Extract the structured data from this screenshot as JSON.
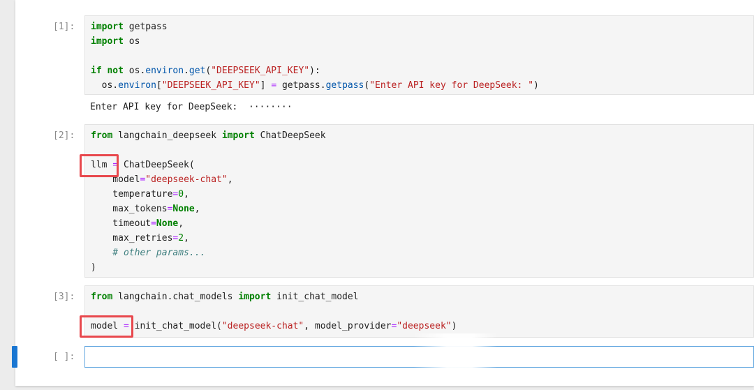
{
  "cells": [
    {
      "prompt": "[1]:",
      "lines": [
        [
          {
            "t": "import",
            "c": "kw"
          },
          {
            "t": " getpass",
            "c": ""
          }
        ],
        [
          {
            "t": "import",
            "c": "kw"
          },
          {
            "t": " os",
            "c": ""
          }
        ],
        [],
        [
          {
            "t": "if",
            "c": "kw"
          },
          {
            "t": " ",
            "c": ""
          },
          {
            "t": "not",
            "c": "kw"
          },
          {
            "t": " os.",
            "c": ""
          },
          {
            "t": "environ",
            "c": "attr"
          },
          {
            "t": ".",
            "c": ""
          },
          {
            "t": "get",
            "c": "attr"
          },
          {
            "t": "(",
            "c": ""
          },
          {
            "t": "\"DEEPSEEK_API_KEY\"",
            "c": "str"
          },
          {
            "t": "):",
            "c": ""
          }
        ],
        [
          {
            "t": "  os.",
            "c": ""
          },
          {
            "t": "environ",
            "c": "attr"
          },
          {
            "t": "[",
            "c": ""
          },
          {
            "t": "\"DEEPSEEK_API_KEY\"",
            "c": "str"
          },
          {
            "t": "] ",
            "c": ""
          },
          {
            "t": "=",
            "c": "op"
          },
          {
            "t": " getpass.",
            "c": ""
          },
          {
            "t": "getpass",
            "c": "attr"
          },
          {
            "t": "(",
            "c": ""
          },
          {
            "t": "\"Enter API key for DeepSeek: \"",
            "c": "str"
          },
          {
            "t": ")",
            "c": ""
          }
        ]
      ],
      "output": "Enter API key for DeepSeek:  ········"
    },
    {
      "prompt": "[2]:",
      "lines": [
        [
          {
            "t": "from",
            "c": "kw"
          },
          {
            "t": " langchain_deepseek ",
            "c": ""
          },
          {
            "t": "import",
            "c": "kw"
          },
          {
            "t": " ChatDeepSeek",
            "c": ""
          }
        ],
        [],
        [
          {
            "t": "llm ",
            "c": ""
          },
          {
            "t": "=",
            "c": "op"
          },
          {
            "t": " ChatDeepSeek(",
            "c": ""
          }
        ],
        [
          {
            "t": "    model",
            "c": ""
          },
          {
            "t": "=",
            "c": "op"
          },
          {
            "t": "\"deepseek-chat\"",
            "c": "str"
          },
          {
            "t": ",",
            "c": ""
          }
        ],
        [
          {
            "t": "    temperature",
            "c": ""
          },
          {
            "t": "=",
            "c": "op"
          },
          {
            "t": "0",
            "c": "num"
          },
          {
            "t": ",",
            "c": ""
          }
        ],
        [
          {
            "t": "    max_tokens",
            "c": ""
          },
          {
            "t": "=",
            "c": "op"
          },
          {
            "t": "None",
            "c": "kw"
          },
          {
            "t": ",",
            "c": ""
          }
        ],
        [
          {
            "t": "    timeout",
            "c": ""
          },
          {
            "t": "=",
            "c": "op"
          },
          {
            "t": "None",
            "c": "kw"
          },
          {
            "t": ",",
            "c": ""
          }
        ],
        [
          {
            "t": "    max_retries",
            "c": ""
          },
          {
            "t": "=",
            "c": "op"
          },
          {
            "t": "2",
            "c": "num"
          },
          {
            "t": ",",
            "c": ""
          }
        ],
        [
          {
            "t": "    # other params...",
            "c": "cmt"
          }
        ],
        [
          {
            "t": ")",
            "c": ""
          }
        ]
      ],
      "output": ""
    },
    {
      "prompt": "[3]:",
      "lines": [
        [
          {
            "t": "from",
            "c": "kw"
          },
          {
            "t": " langchain.chat_models ",
            "c": ""
          },
          {
            "t": "import",
            "c": "kw"
          },
          {
            "t": " init_chat_model",
            "c": ""
          }
        ],
        [],
        [
          {
            "t": "model ",
            "c": ""
          },
          {
            "t": "=",
            "c": "op"
          },
          {
            "t": " init_chat_model(",
            "c": ""
          },
          {
            "t": "\"deepseek-chat\"",
            "c": "str"
          },
          {
            "t": ", model_provider",
            "c": ""
          },
          {
            "t": "=",
            "c": "op"
          },
          {
            "t": "\"deepseek\"",
            "c": "str"
          },
          {
            "t": ")",
            "c": ""
          }
        ]
      ],
      "output": ""
    }
  ],
  "empty_cell": {
    "prompt": "[ ]:"
  },
  "colors": {
    "keyword": "#008000",
    "string": "#ba2121",
    "operator": "#aa22ff",
    "comment": "#408080",
    "highlight": "#e8484d",
    "active_cell": "#1976d2"
  }
}
